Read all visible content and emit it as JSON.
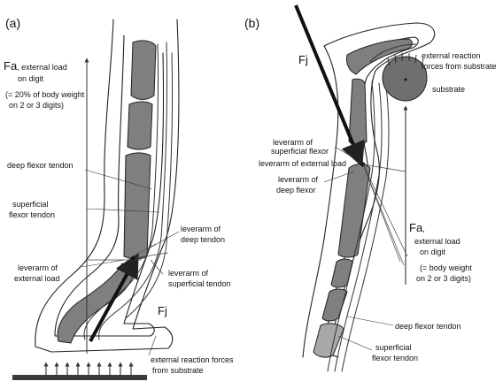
{
  "panel_a": {
    "label": "(a)",
    "fa_label": "Fa",
    "fa_line1": ", external load",
    "fa_line2": "on digit",
    "fa_note1": "(= 20% of body weight",
    "fa_note2": "on 2 or 3 digits)",
    "deep_flexor": "deep flexor tendon",
    "superficial_line1": "superficial",
    "superficial_line2": "flexor tendon",
    "leverarm_external_line1": "leverarm of",
    "leverarm_external_line2": "external load",
    "leverarm_deep_line1": "leverarm of",
    "leverarm_deep_line2": "deep tendon",
    "leverarm_superficial_line1": "leverarm of",
    "leverarm_superficial_line2": "superficial tendon",
    "fj": "Fj",
    "reaction_line1": "external reaction forces",
    "reaction_line2": "from substrate"
  },
  "panel_b": {
    "label": "(b)",
    "fj": "Fj",
    "reaction_line1": "external reaction",
    "reaction_line2": "forces from substrate",
    "substrate": "substrate",
    "leverarm_superficial_line1": "leverarm of",
    "leverarm_superficial_line2": "superficial flexor",
    "leverarm_external": "leverarm of external load",
    "leverarm_deep_line1": "leverarm of",
    "leverarm_deep_line2": "deep flexor",
    "fa_label": "Fa",
    "fa_line1": "external load",
    "fa_line2": "on digit",
    "fa_note1": "(= body weight",
    "fa_note2": "on 2 or 3 digits)",
    "deep_flexor": "deep flexor tendon",
    "superficial_line1": "superficial",
    "superficial_line2": "flexor tendon"
  }
}
